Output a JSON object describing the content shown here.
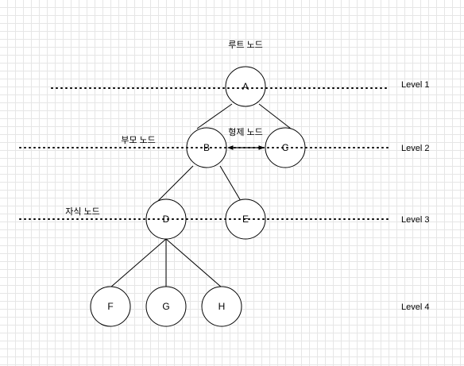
{
  "levels": [
    {
      "label": "Level 1"
    },
    {
      "label": "Level 2"
    },
    {
      "label": "Level 3"
    },
    {
      "label": "Level 4"
    }
  ],
  "nodes": {
    "a": "A",
    "b": "B",
    "c": "C",
    "d": "D",
    "e": "E",
    "f": "F",
    "g": "G",
    "h": "H"
  },
  "annotations": {
    "root": "루트 노드",
    "parent": "부모 노드",
    "sibling": "형제 노드",
    "child": "자식 노드"
  }
}
